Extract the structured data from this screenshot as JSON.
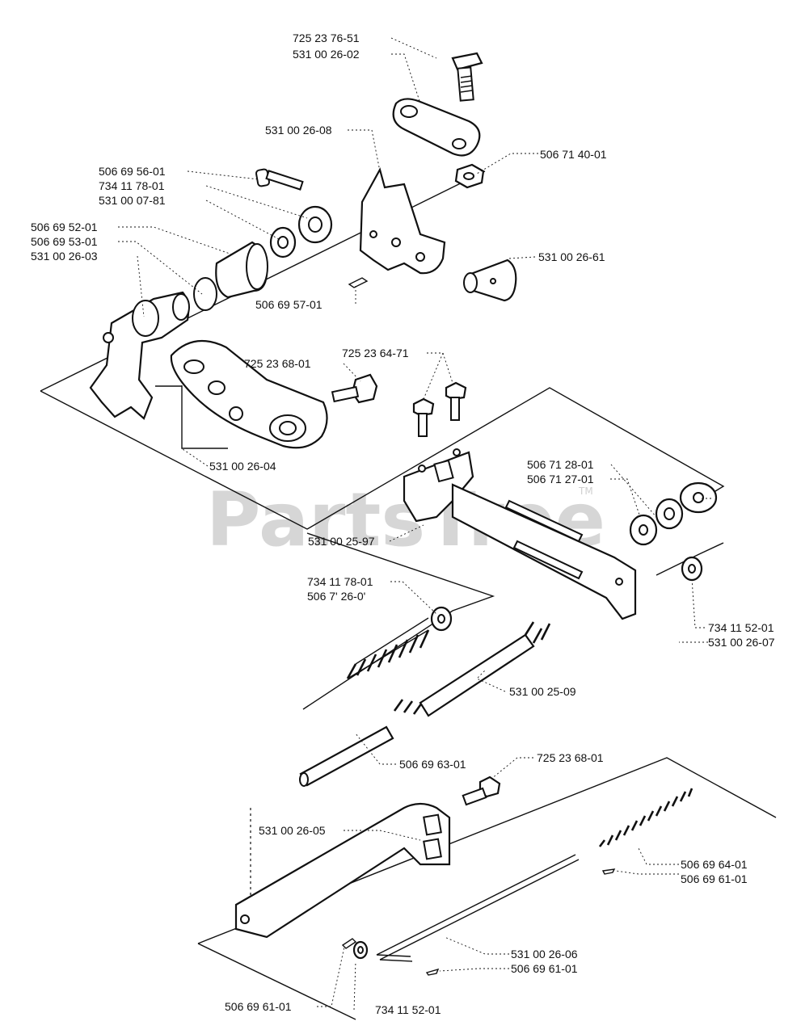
{
  "watermark": {
    "text": "PartsTree",
    "trademark": "TM"
  },
  "labels": {
    "l1": "725 23 76-51",
    "l2": "531 00 26-02",
    "l3": "531 00 26-08",
    "l4": "506 71 40-01",
    "l5": "506 69 56-01",
    "l6": "734 11 78-01",
    "l7": "531 00 07-81",
    "l8": "506 69 52-01",
    "l9": "506 69 53-01",
    "l10": "531 00 26-03",
    "l11": "531 00 26-61",
    "l12": "506 69 57-01",
    "l13": "725 23 68-01",
    "l14": "725 23 64-71",
    "l15": "531 00 26-04",
    "l16": "506 71 28-01",
    "l17": "506 71 27-01",
    "l18": "531 00 25-97",
    "l19": "734 11 78-01",
    "l20": "506 7' 26-0'",
    "l21": "734 11 52-01",
    "l22": "531 00 26-07",
    "l23": "531 00 25-09",
    "l24": "506 69 63-01",
    "l25": "725 23 68-01",
    "l26": "531 00 26-05",
    "l27": "506 69 64-01",
    "l28": "506 69 61-01",
    "l29": "531 00 26-06",
    "l30": "506 69 61-01",
    "l31": "506 69 61-01",
    "l32": "734 11 52-01"
  }
}
